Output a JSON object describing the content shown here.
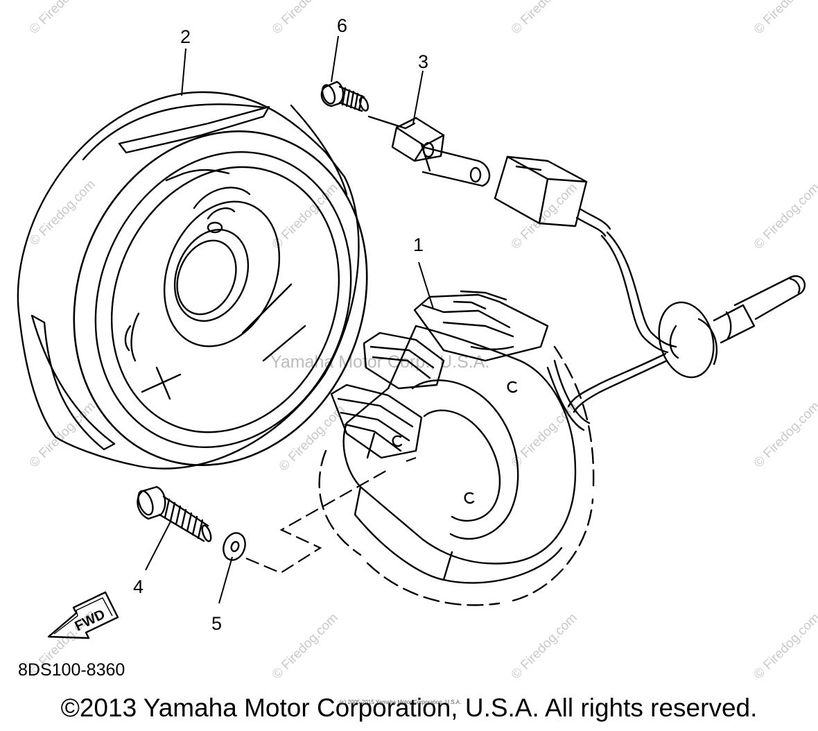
{
  "callouts": {
    "c1": "1",
    "c2": "2",
    "c3": "3",
    "c4": "4",
    "c5": "5",
    "c6": "6"
  },
  "fwd_label": "FWD",
  "part_code": "8DS100-8360",
  "watermark_text": "© Firedog.com",
  "center_watermark": "Yamaha Motor Corp., U.S.A.",
  "small_copyright": "(c) 2005-2015 Yamaha Motor Corporation, U.S.A.",
  "copyright": "©2013 Yamaha Motor Corporation, U.S.A. All rights reserved."
}
